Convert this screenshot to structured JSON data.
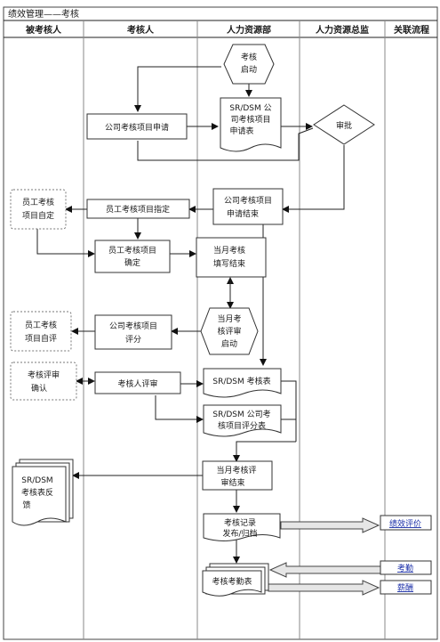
{
  "title": "绩效管理——考核",
  "columns": [
    "被考核人",
    "考核人",
    "人力资源部",
    "人力资源总监",
    "关联流程"
  ],
  "nodes": {
    "start": [
      "考核",
      "启动"
    ],
    "apply": [
      "公司考核项目申请"
    ],
    "applyform": [
      "SR/DSM 公",
      "司考核项目",
      "申请表"
    ],
    "approve": [
      "审批"
    ],
    "applyend": [
      "公司考核项目",
      "申请结束"
    ],
    "assign": [
      "员工考核项目指定"
    ],
    "selfset": [
      "员工考核",
      "项目自定"
    ],
    "confirm": [
      "员工考核项目",
      "确定"
    ],
    "fillend": [
      "当月考核",
      "填写结束"
    ],
    "evalstart": [
      "当月考",
      "核评审",
      "启动"
    ],
    "companyscore": [
      "公司考核项目",
      "评分"
    ],
    "selfeval": [
      "员工考核",
      "项目自评"
    ],
    "evalconfirm": [
      "考核评审",
      "确认"
    ],
    "reviewer": [
      "考核人评审"
    ],
    "srdsmform": [
      "SR/DSM 考核表"
    ],
    "scoreform": [
      "SR/DSM 公司考",
      "核项目评分表"
    ],
    "evalend": [
      "当月考核评",
      "审结束"
    ],
    "feedback": [
      "SR/DSM",
      "考核表反",
      "馈"
    ],
    "record": [
      "考核记录",
      "发布/归档"
    ],
    "attform": [
      "考核考勤表"
    ]
  },
  "links": {
    "perf": "绩效评价",
    "attendance": "考勤",
    "salary": "薪酬"
  }
}
